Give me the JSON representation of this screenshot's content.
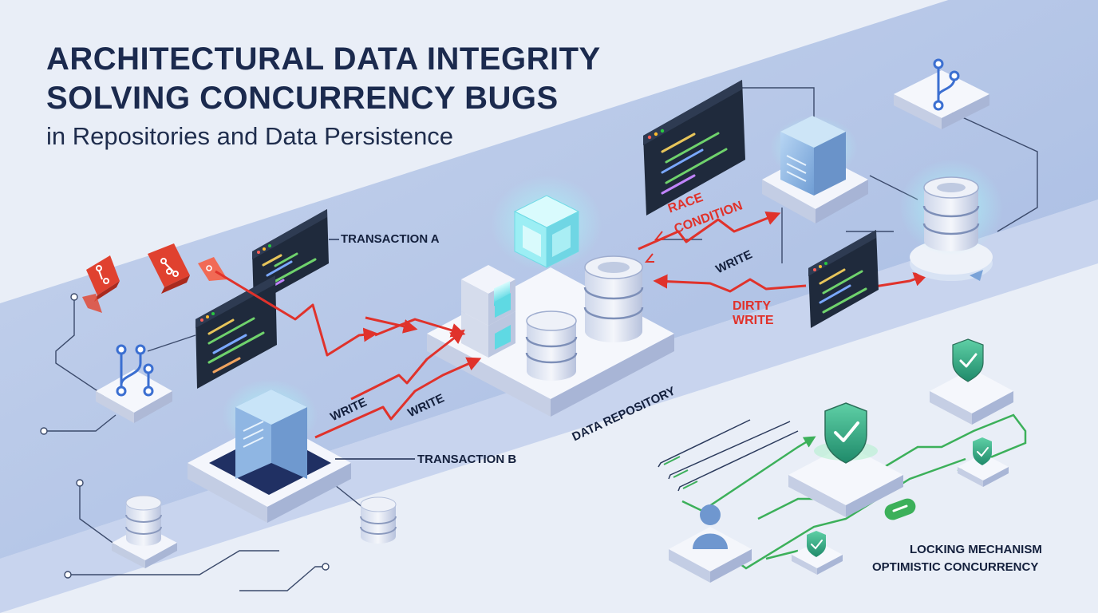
{
  "title": {
    "line1": "ARCHITECTURAL DATA INTEGRITY",
    "line2": "SOLVING CONCURRENCY BUGS",
    "subtitle": "in Repositories and Data Persistence"
  },
  "labels": {
    "transaction_a": "TRANSACTION A",
    "transaction_b": "TRANSACTION B",
    "write_1": "WRITE",
    "write_2": "WRITE",
    "write_3": "WRITE",
    "data_repository": "DATA REPOSITORY",
    "race_condition_1": "RACE",
    "race_condition_2": "CONDITION",
    "dirty_write_1": "DIRTY",
    "dirty_write_2": "WRITE",
    "locking_mechanism": "LOCKING MECHANISM",
    "optimistic_concurrency": "OPTIMISTIC CONCURRENCY"
  },
  "colors": {
    "accent_red": "#e0322b",
    "accent_green": "#3cb05a",
    "navy_text": "#1b2a4e",
    "band_blue": "#a9bde3",
    "cyan_glow": "#7fe8f0"
  },
  "icons": [
    "git-branch-icon",
    "server-icon",
    "database-icon",
    "code-editor-icon",
    "shield-check-icon",
    "user-icon",
    "cube-icon"
  ]
}
